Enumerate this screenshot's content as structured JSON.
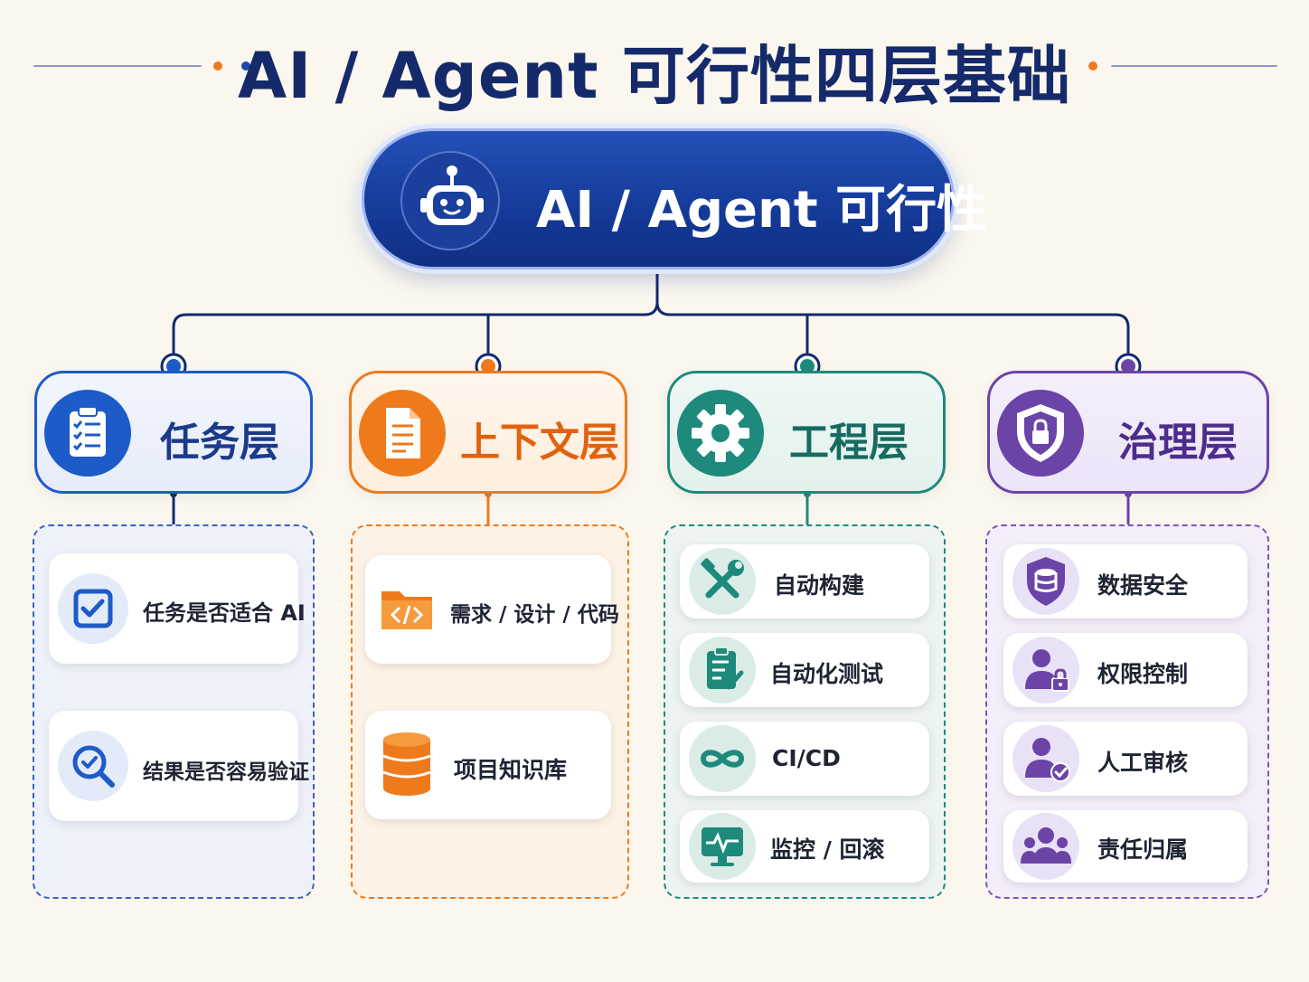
{
  "title": "AI / Agent 可行性四层基础",
  "colors": {
    "navy": "#132a6f",
    "blue": "#1d5bc8",
    "orange": "#ee7a1c",
    "teal": "#1e8a7c",
    "purple": "#6b44a8"
  },
  "root": {
    "label": "AI / Agent 可行性",
    "icon": "robot-icon"
  },
  "layers": [
    {
      "label": "任务层",
      "icon": "clipboard-checklist-icon",
      "items": [
        {
          "label": "任务是否适合 AI",
          "icon": "checkbox-icon"
        },
        {
          "label": "结果是否容易验证",
          "icon": "magnifier-check-icon"
        }
      ]
    },
    {
      "label": "上下文层",
      "icon": "document-icon",
      "items": [
        {
          "label": "需求 / 设计 / 代码",
          "icon": "code-folder-icon"
        },
        {
          "label": "项目知识库",
          "icon": "database-icon"
        }
      ]
    },
    {
      "label": "工程层",
      "icon": "gear-icon",
      "items": [
        {
          "label": "自动构建",
          "icon": "tools-icon"
        },
        {
          "label": "自动化测试",
          "icon": "test-clipboard-icon"
        },
        {
          "label": "CI/CD",
          "icon": "infinity-icon"
        },
        {
          "label": "监控 / 回滚",
          "icon": "monitor-pulse-icon"
        }
      ]
    },
    {
      "label": "治理层",
      "icon": "shield-lock-icon",
      "items": [
        {
          "label": "数据安全",
          "icon": "shield-database-icon"
        },
        {
          "label": "权限控制",
          "icon": "user-lock-icon"
        },
        {
          "label": "人工审核",
          "icon": "user-check-icon"
        },
        {
          "label": "责任归属",
          "icon": "team-icon"
        }
      ]
    }
  ]
}
